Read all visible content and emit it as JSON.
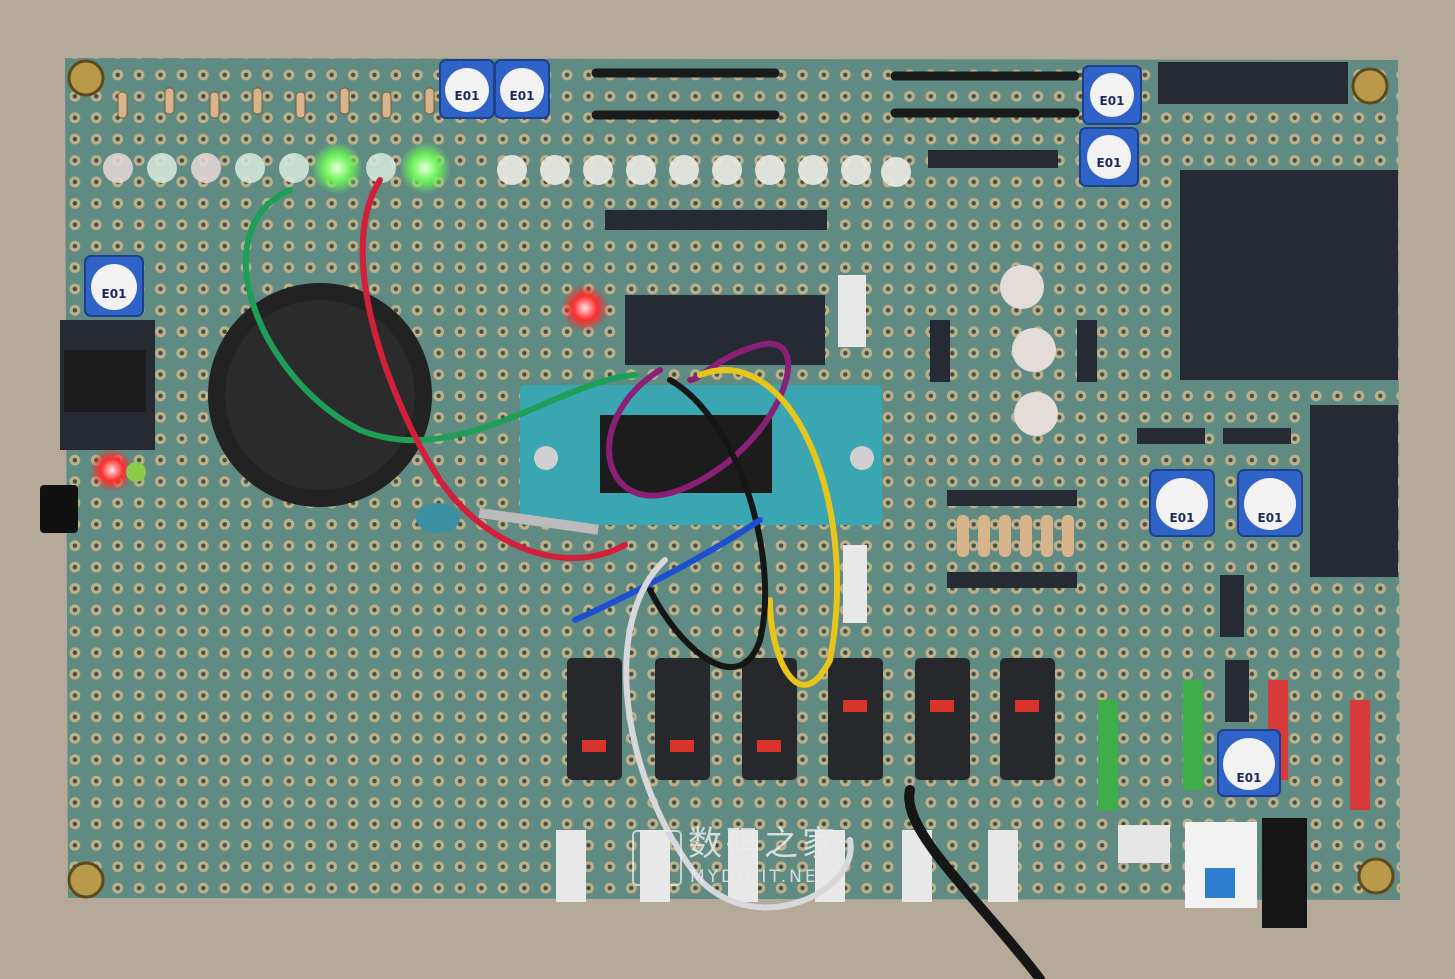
{
  "photo": {
    "subject": "perfboard",
    "potentiometer_label": "E01",
    "watermark": {
      "chinese": "数码之家",
      "english": "MYDIGIT.NET"
    }
  },
  "colors": {
    "background": "#b5aa99",
    "board": "#5f8b82",
    "zif_socket": "#3aa6b2",
    "pot": "#2f63c8",
    "led_green_lit": "#7dff6a",
    "led_red_lit": "#ff3b30",
    "wire_green": "#1f9e58",
    "wire_red": "#d21f3a",
    "wire_purple": "#8a1f78",
    "wire_yellow": "#e8c51c",
    "wire_black": "#161616",
    "wire_blue": "#1e4fd0",
    "wire_white": "#d8d8dc"
  }
}
